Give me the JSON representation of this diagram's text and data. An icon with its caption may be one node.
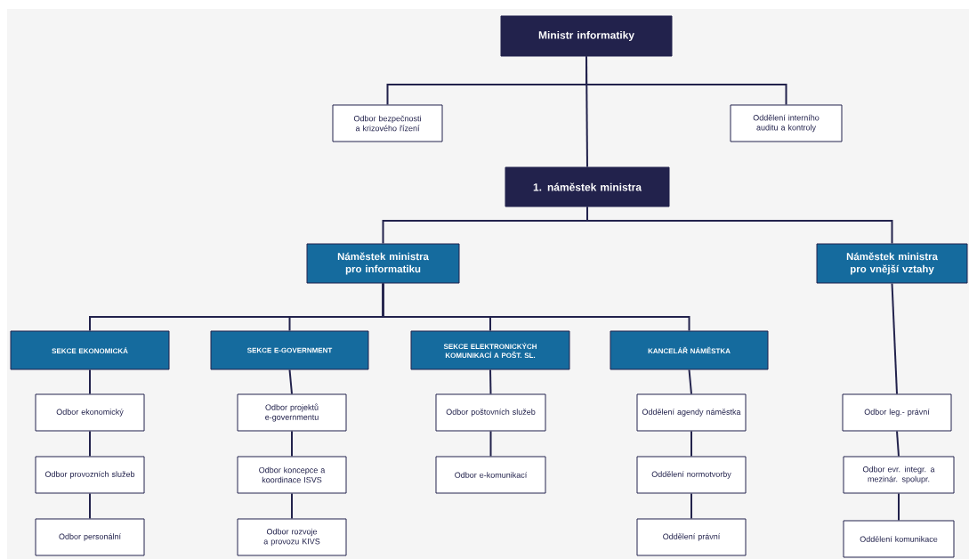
{
  "diagram": {
    "nodes": [
      {
        "text": [
          "Ministr informatiky"
        ]
      },
      {
        "text": [
          "Odbor bezpečnosti a krizového řízení"
        ]
      },
      {
        "text": [
          "Oddělení interního auditu a kontroly"
        ]
      },
      {
        "text": [
          "1. náměstek ministra"
        ]
      },
      {
        "text": [
          "Náměstek ministra pro informatiku"
        ]
      },
      {
        "text": [
          "Náměstek ministra pro vnější vztahy"
        ]
      },
      {
        "text": [
          "SEKCE EKONOMICKÁ"
        ]
      },
      {
        "text": [
          "SEKCE E-GOVERNMENT"
        ]
      },
      {
        "text": [
          "SEKCE ELEKTRONICKÝCH KOMUNIKACÍ A POŠT. SL."
        ]
      },
      {
        "text": [
          "KANCELÁŘ NÁMĚSTKA"
        ]
      },
      {
        "text": [
          "Odbor ekonomický"
        ]
      },
      {
        "text": [
          "Odbor provozních služeb"
        ]
      },
      {
        "text": [
          "Odbor personální"
        ]
      },
      {
        "text": [
          "Odbor projektů e-governmentu"
        ]
      },
      {
        "text": [
          "Odbor koncepce a koordinace ISVS"
        ]
      },
      {
        "text": [
          "Odbor rozvoje a provozu KIVS"
        ]
      },
      {
        "text": [
          "Odbor poštovních služeb"
        ]
      },
      {
        "text": [
          "Odbor e-komunikací"
        ]
      },
      {
        "text": [
          "Oddělení agendy náměstka"
        ]
      },
      {
        "text": [
          "Oddělení normotvorby"
        ]
      },
      {
        "text": [
          "Oddělení právní"
        ]
      },
      {
        "text": [
          "Odbor leg.- právní"
        ]
      },
      {
        "text": [
          "Odbor evr. integr. a mezinár. spolupr."
        ]
      },
      {
        "text": [
          "Oddělení komunikace"
        ]
      }
    ],
    "edges": [
      {
        "from": 0,
        "to": 1,
        "arrow": "none"
      },
      {
        "from": 0,
        "to": 2,
        "arrow": "none"
      },
      {
        "from": 0,
        "to": 3,
        "arrow": "none"
      },
      {
        "from": 3,
        "to": 4,
        "arrow": "none"
      },
      {
        "from": 3,
        "to": 5,
        "arrow": "none"
      },
      {
        "from": 4,
        "to": 6,
        "arrow": "none"
      },
      {
        "from": 4,
        "to": 7,
        "arrow": "none"
      },
      {
        "from": 4,
        "to": 8,
        "arrow": "none"
      },
      {
        "from": 4,
        "to": 9,
        "arrow": "none"
      },
      {
        "from": 6,
        "to": 10,
        "arrow": "none"
      },
      {
        "from": 10,
        "to": 11,
        "arrow": "none"
      },
      {
        "from": 11,
        "to": 12,
        "arrow": "none"
      },
      {
        "from": 7,
        "to": 13,
        "arrow": "none"
      },
      {
        "from": 13,
        "to": 14,
        "arrow": "none"
      },
      {
        "from": 14,
        "to": 15,
        "arrow": "none"
      },
      {
        "from": 8,
        "to": 16,
        "arrow": "none"
      },
      {
        "from": 16,
        "to": 17,
        "arrow": "none"
      },
      {
        "from": 9,
        "to": 18,
        "arrow": "none"
      },
      {
        "from": 18,
        "to": 19,
        "arrow": "none"
      },
      {
        "from": 19,
        "to": 20,
        "arrow": "none"
      },
      {
        "from": 5,
        "to": 21,
        "arrow": "none"
      },
      {
        "from": 21,
        "to": 22,
        "arrow": "none"
      },
      {
        "from": 22,
        "to": 23,
        "arrow": "none"
      }
    ]
  }
}
